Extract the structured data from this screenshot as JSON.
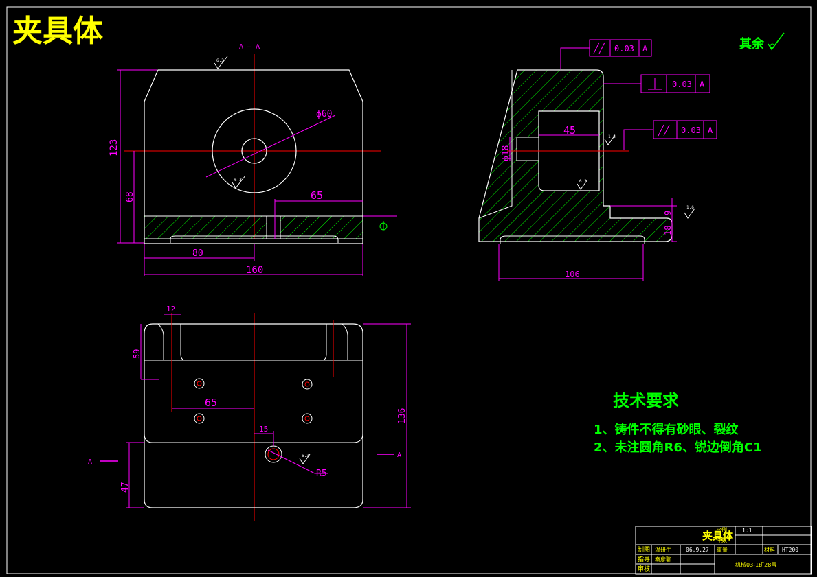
{
  "sheet": {
    "title": "夹具体",
    "roughness_note_label": "其余"
  },
  "section": {
    "label": "A — A",
    "marker_left": "A",
    "marker_right": "A"
  },
  "front_view": {
    "dim_diameter": "ϕ60",
    "dim_height_total": "123",
    "dim_height_axis": "68",
    "dim_slot_offset": "65",
    "dim_half_width": "80",
    "dim_width": "160",
    "roughness_top": "6.3",
    "roughness_bore": "6.3"
  },
  "side_view": {
    "tol_frames": [
      {
        "symbol": "parallel",
        "value": "0.03",
        "datum": "A"
      },
      {
        "symbol": "perpendicular",
        "value": "0.03",
        "datum": "A"
      },
      {
        "symbol": "parallel",
        "value": "0.03",
        "datum": "A"
      }
    ],
    "dim_depth": "45",
    "dim_hole": "ϕ18",
    "dim_step": "9",
    "dim_base": "18",
    "dim_length": "106",
    "roughness_a": "1.6",
    "roughness_b": "6.3",
    "roughness_c": "1.6"
  },
  "plan_view": {
    "dim_12": "12",
    "dim_59": "59",
    "dim_65": "65",
    "dim_15": "15",
    "dim_47": "47",
    "dim_136": "136",
    "dim_r5": "R5",
    "roughness": "6.3"
  },
  "tech_requirements": {
    "heading": "技术要求",
    "items": [
      "1、铸件不得有砂眼、裂纹",
      "2、未注圆角R6、锐边倒角C1"
    ]
  },
  "title_block": {
    "part_name": "夹具体",
    "scale_label": "比例",
    "scale_value": "1:1",
    "qty_label": "件数",
    "drawn_label": "制图",
    "drawn_by": "温研生",
    "drawn_date": "06.9.27",
    "weight_label": "重量",
    "material_label": "材料",
    "material_value": "HT200",
    "guide_label": "指导",
    "guide_by": "秦彦聊",
    "review_label": "审核",
    "class_info": "机械03-1班28号"
  },
  "colors": {
    "background": "#000000",
    "outline": "#ffffff",
    "centerline": "#ff0000",
    "dimension": "#ff00ff",
    "hatch": "#00ff00",
    "title": "#ffff00",
    "text_green": "#00ff00"
  }
}
